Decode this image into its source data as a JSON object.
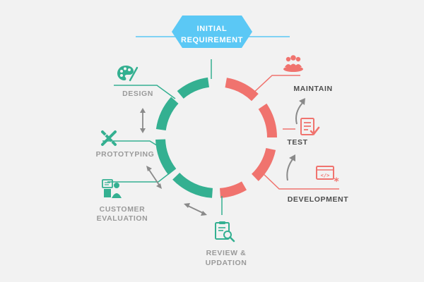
{
  "header": {
    "line1": "INITIAL",
    "line2": "REQUIREMENT",
    "color": "#5bc8f5"
  },
  "colors": {
    "green": "#34b091",
    "red": "#f0736e",
    "grey_text": "#9a9a9a",
    "dark_text": "#4d4d4d",
    "arrow": "#8a8a8a"
  },
  "stages": {
    "maintain": {
      "label": "MAINTAIN",
      "icon": "team-icon"
    },
    "test": {
      "label": "TEST",
      "icon": "checklist-icon"
    },
    "development": {
      "label": "DEVELOPMENT",
      "icon": "code-window-icon"
    },
    "review": {
      "line1": "REVIEW &",
      "line2": "UPDATION",
      "icon": "clipboard-search-icon"
    },
    "customer": {
      "line1": "CUSTOMER",
      "line2": "EVALUATION",
      "icon": "customer-board-icon"
    },
    "prototyping": {
      "label": "PROTOTYPING",
      "icon": "pencil-ruler-icon"
    },
    "design": {
      "label": "DESIGN",
      "icon": "palette-icon"
    }
  }
}
